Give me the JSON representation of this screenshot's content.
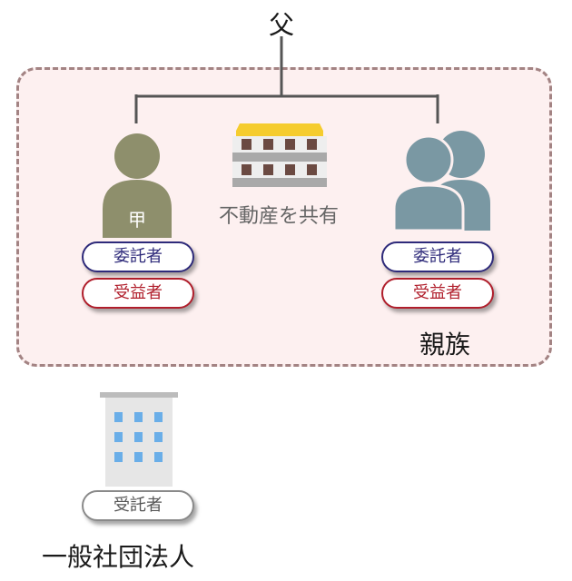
{
  "father": {
    "label": "父"
  },
  "person_a": {
    "label": "甲",
    "settlor_label": "委託者",
    "beneficiary_label": "受益者"
  },
  "property": {
    "label": "不動産を共有"
  },
  "relatives": {
    "label": "親族",
    "settlor_label": "委託者",
    "beneficiary_label": "受益者"
  },
  "corporation": {
    "label": "一般社団法人",
    "trustee_label": "受託者"
  },
  "colors": {
    "family_box_bg": "#fdf0f0",
    "family_box_border": "#a38383",
    "person_a_fill": "#8e8f6c",
    "relatives_fill": "#7a98a3",
    "settlor_color": "#2e2a7a",
    "beneficiary_color": "#b01e2b",
    "trustee_color": "#8a8a8a"
  }
}
